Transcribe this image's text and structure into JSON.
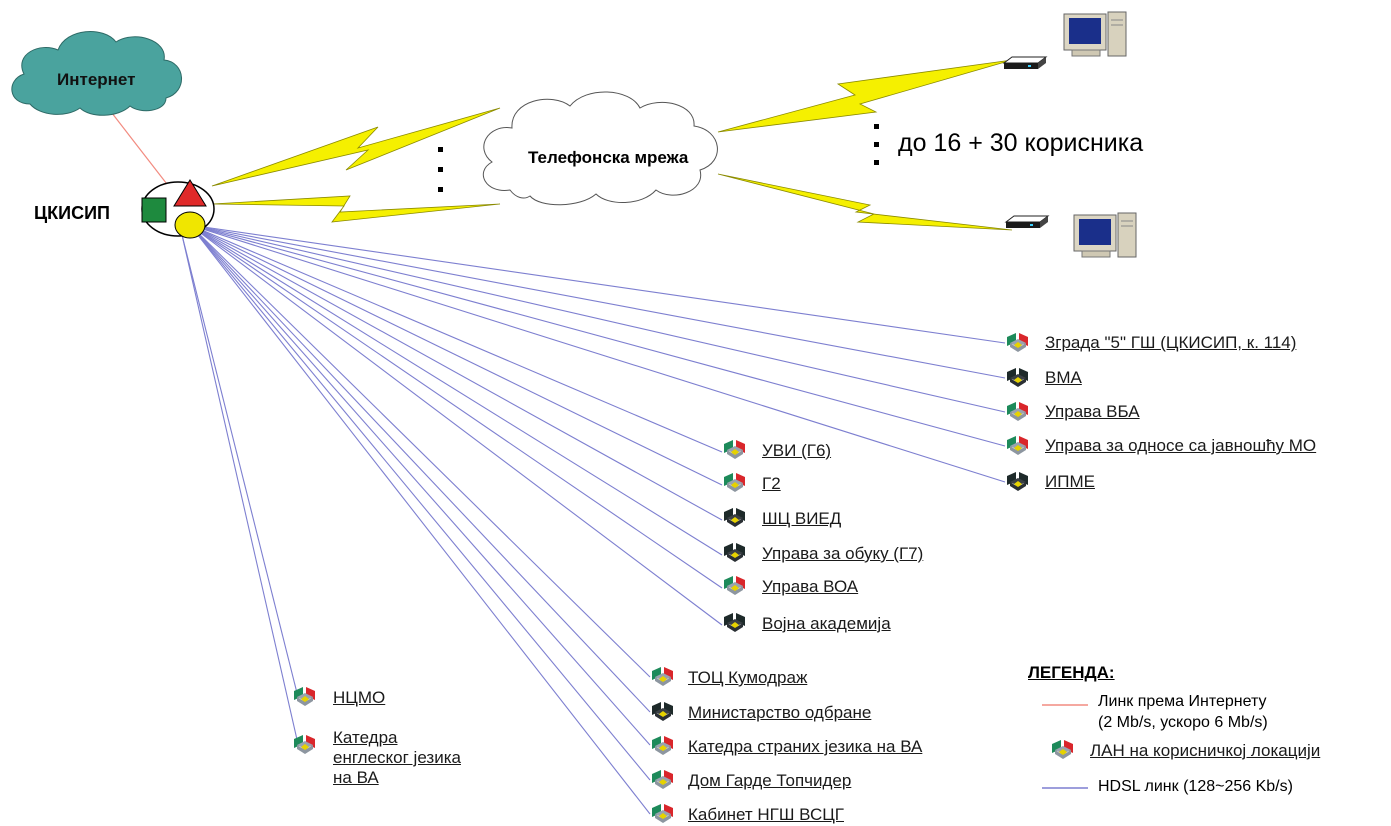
{
  "internet_label": "Интернет",
  "hub_label": "ЦКИСИП",
  "phone_network_label": "Телефонска мрежа",
  "users_label": "до 16 + 30 корисника",
  "nodes": [
    {
      "id": "zgrada",
      "label": "Зграда \"5\" ГШ (ЦКИСИП, к. 114)",
      "dark": false
    },
    {
      "id": "vma",
      "label": "ВМА",
      "dark": true
    },
    {
      "id": "vba",
      "label": "Управа ВБА",
      "dark": false
    },
    {
      "id": "javnost",
      "label": "Управа за односе са јавношћу МО",
      "dark": false
    },
    {
      "id": "ipme",
      "label": "ИПМЕ",
      "dark": true
    },
    {
      "id": "uvi",
      "label": "УВИ (Г6)",
      "dark": false
    },
    {
      "id": "g2",
      "label": "Г2",
      "dark": false
    },
    {
      "id": "shc",
      "label": "ШЦ ВИЕД",
      "dark": true
    },
    {
      "id": "obuka",
      "label": "Управа за обуку (Г7)",
      "dark": true
    },
    {
      "id": "voa",
      "label": "Управа ВОА",
      "dark": false
    },
    {
      "id": "vak",
      "label": "Војна академија",
      "dark": true
    },
    {
      "id": "toc",
      "label": "ТОЦ Кумодраж",
      "dark": false
    },
    {
      "id": "mo",
      "label": "Министарство одбране",
      "dark": true
    },
    {
      "id": "kstr",
      "label": "Катедра страних језика на ВА",
      "dark": false
    },
    {
      "id": "dom",
      "label": "Дом Гарде Топчидер",
      "dark": false
    },
    {
      "id": "kab",
      "label": "Кабинет НГШ ВСЦГ",
      "dark": false
    },
    {
      "id": "ncmo",
      "label": "НЦМО",
      "dark": false
    },
    {
      "id": "keng",
      "label": "Катедра енглеског језика на ВА",
      "dark": false
    }
  ],
  "legend": {
    "title": "ЛЕГЕНДА:",
    "internet_link_line1": "Линк према Интернету",
    "internet_link_line2": "(2 Mb/s, ускоро 6 Mb/s)",
    "lan_label": "ЛАН на корисничкој локацији",
    "hdsl_label": "HDSL линк (128~256 Kb/s)"
  },
  "colors": {
    "hdsl_line": "#7d7fd0",
    "internet_line": "#f28b80",
    "cloud_internet": "#4aa39e",
    "bolt": "#f5f000"
  }
}
